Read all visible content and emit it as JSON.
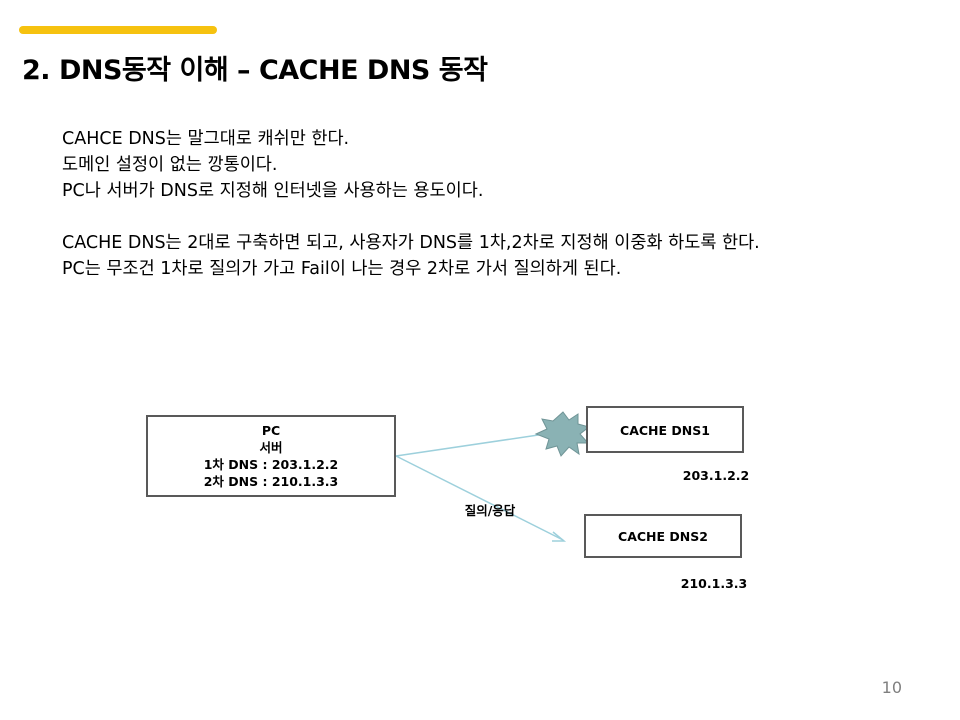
{
  "colors": {
    "accent": "#f6c20f",
    "arrow": "#9dd0dc",
    "burst": "#8ab2b4",
    "page_number": "#7f7f7f"
  },
  "slide": {
    "title": "2. DNS동작 이해 – CACHE DNS 동작",
    "paragraph1": [
      "CAHCE DNS는 말그대로 캐쉬만 한다.",
      "도메인 설정이 없는 깡통이다.",
      "PC나 서버가 DNS로 지정해 인터넷을 사용하는 용도이다."
    ],
    "paragraph2": [
      "CACHE DNS는 2대로 구축하면 되고, 사용자가 DNS를 1차,2차로 지정해 이중화 하도록 한다.",
      "PC는 무조건 1차로 질의가 가고 Fail이 나는 경우 2차로 가서 질의하게 된다."
    ],
    "page_number": "10"
  },
  "diagram": {
    "client_box": {
      "line1": "PC",
      "line2": "서버",
      "line3": "1차 DNS : 203.1.2.2",
      "line4": "2차 DNS : 210.1.3.3"
    },
    "server1": {
      "label": "CACHE DNS1",
      "ip": "203.1.2.2"
    },
    "server2": {
      "label": "CACHE DNS2",
      "ip": "210.1.3.3"
    },
    "arrow_label": "질의/응답",
    "burst_icon": "explosion-burst-icon"
  }
}
